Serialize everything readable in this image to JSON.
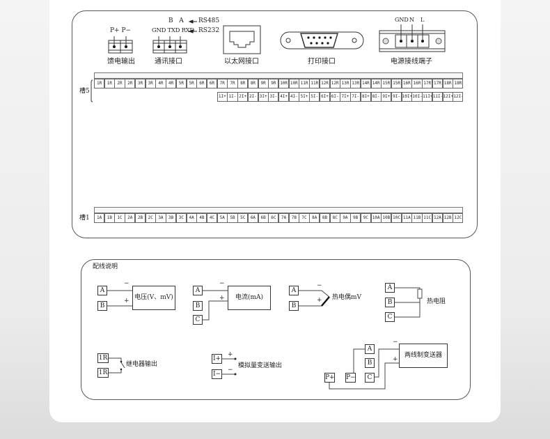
{
  "connectors": {
    "feed_output": {
      "pins": "P+  P−",
      "label": "馈电输出"
    },
    "comm": {
      "rs485_pins": "B   A",
      "rs485": "RS485",
      "rs232_pins": "GND TXD RXD",
      "rs232": "RS232",
      "label": "通讯接口"
    },
    "ethernet": {
      "label": "以太网接口"
    },
    "printer": {
      "label": "打印接口"
    },
    "power": {
      "pins": [
        "GND",
        "N",
        "L"
      ],
      "label": "电源接线端子"
    }
  },
  "slot5": {
    "label": "槽5",
    "row1": [
      "1R",
      "1R",
      "2R",
      "2R",
      "3R",
      "3R",
      "4R",
      "4R",
      "5R",
      "5R",
      "6R",
      "6R",
      "7R",
      "7R",
      "8R",
      "8R",
      "9R",
      "9R",
      "10R",
      "10R",
      "11R",
      "11R",
      "12R",
      "12R",
      "13R",
      "13R",
      "14R",
      "14R",
      "15R",
      "15R",
      "16R",
      "16R",
      "17R",
      "17R",
      "18R",
      "18R"
    ],
    "row2": [
      "1I+",
      "1I-",
      "2I+",
      "2I-",
      "3I+",
      "3I-",
      "4I+",
      "4I-",
      "5I+",
      "5I-",
      "6I+",
      "6I-",
      "7I+",
      "7I-",
      "8I+",
      "8I-",
      "9I+",
      "9I-",
      "10I+",
      "10I-",
      "11I+",
      "11I-",
      "12I+",
      "12I-"
    ]
  },
  "slot1": {
    "label": "槽1",
    "row1": [
      "1A",
      "1B",
      "1C",
      "2A",
      "2B",
      "2C",
      "3A",
      "3B",
      "3C",
      "4A",
      "4B",
      "4C",
      "5A",
      "5B",
      "5C",
      "6A",
      "6B",
      "6C",
      "7A",
      "7B",
      "7C",
      "8A",
      "8B",
      "8C",
      "9A",
      "9B",
      "9C",
      "10A",
      "10B",
      "10C",
      "11A",
      "11B",
      "11C",
      "12A",
      "12B",
      "12C"
    ]
  },
  "legend": {
    "title": "配线说明",
    "voltage": {
      "a": "A",
      "b": "B",
      "minus": "−",
      "plus": "+",
      "label": "电压(V、mV)"
    },
    "current": {
      "a": "A",
      "b": "B",
      "c": "C",
      "minus": "−",
      "plus": "+",
      "label": "电流(mA)"
    },
    "thermocouple": {
      "a": "A",
      "b": "B",
      "minus": "−",
      "plus": "+",
      "label": "热电偶mV"
    },
    "rtd": {
      "a": "A",
      "b": "B",
      "c": "C",
      "label": "热电阻"
    },
    "relay": {
      "t1": "1R",
      "t2": "1R",
      "label": "继电器输出"
    },
    "analog": {
      "t1": "I+",
      "t2": "I−",
      "plus": "+",
      "minus": "−",
      "label": "模拟量变送输出"
    },
    "two_wire": {
      "a": "A",
      "b": "B",
      "c": "C",
      "pminus": "P−",
      "pplus": "P+",
      "minus": "−",
      "plus": "+",
      "label": "两线制变送器"
    }
  }
}
